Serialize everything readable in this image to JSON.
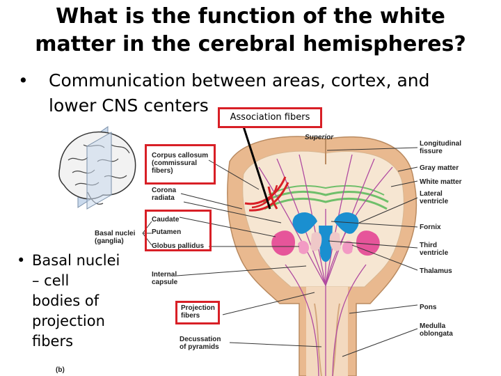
{
  "title": {
    "line1": "What is the function of the white",
    "line2": "matter in the cerebral hemispheres?"
  },
  "bullet1": {
    "line1": "Communication between areas, cortex, and",
    "line2": "lower CNS centers"
  },
  "association_label": "Association fibers",
  "bullet2": {
    "lines": [
      "Basal nuclei",
      "– cell",
      "bodies of",
      "projection",
      "fibers"
    ]
  },
  "diagram": {
    "left_labels": {
      "corpus_callosum": [
        "Corpus callosum",
        "(commissural",
        "fibers)"
      ],
      "corona_radiata": [
        "Corona",
        "radiata"
      ],
      "caudate": "Caudate",
      "basal_nuclei": [
        "Basal nuclei",
        "(ganglia)"
      ],
      "putamen": "Putamen",
      "globus_pallidus": "Globus pallidus",
      "internal_capsule": [
        "Internal",
        "capsule"
      ],
      "projection_fibers": [
        "Projection",
        "fibers"
      ],
      "decussation": [
        "Decussation",
        "of pyramids"
      ],
      "panel": "(b)"
    },
    "top_label": "Superior",
    "right_labels": {
      "longitudinal_fissure": [
        "Longitudinal",
        "fissure"
      ],
      "gray_matter": "Gray matter",
      "white_matter": "White matter",
      "lateral_ventricle": [
        "Lateral",
        "ventricle"
      ],
      "fornix": "Fornix",
      "third_ventricle": [
        "Third",
        "ventricle"
      ],
      "thalamus": "Thalamus",
      "pons": "Pons",
      "medulla_oblongata": [
        "Medulla",
        "oblongata"
      ]
    },
    "colors": {
      "highlight_red": "#d81f26",
      "gray_matter": "#e9b98f",
      "white_matter": "#f6e6d2",
      "ventricle": "#1a8fd0",
      "basal_nuclei": "#e6559a",
      "fibers": "#b04aa0",
      "commissural": "#6fbf6a"
    }
  }
}
